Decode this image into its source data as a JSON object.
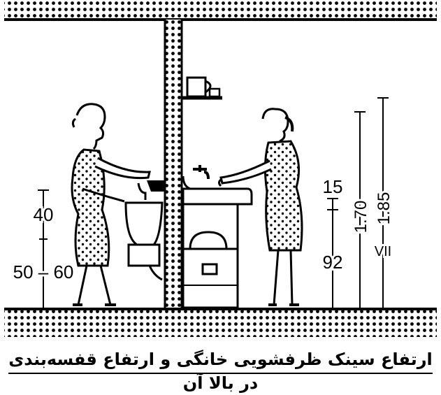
{
  "caption": "ارتفاع سینک ظرفشویی خانگی و ارتفاع قفسه‌بندی در بالا آن",
  "dimensions": {
    "left_upper": "40",
    "left_lower": "50 – 60",
    "right_gap": "15",
    "right_counter": "92",
    "right_reach_1": "1.70",
    "right_reach_2": "1.85",
    "right_note": "VII"
  }
}
